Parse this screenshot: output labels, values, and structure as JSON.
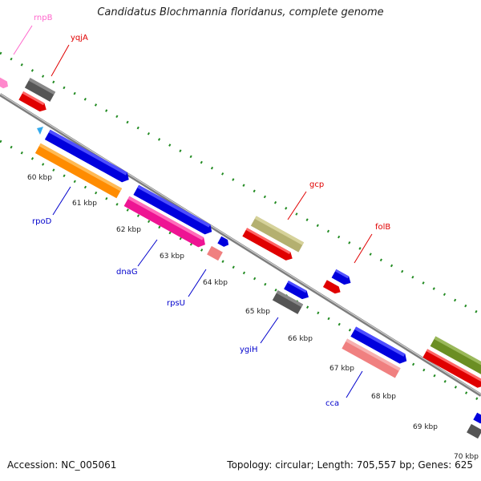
{
  "title": "Candidatus Blochmannia floridanus, complete genome",
  "footer": {
    "accession": "Accession: NC_005061",
    "summary": "Topology: circular; Length: 705,557 bp; Genes: 625"
  },
  "colors": {
    "backbone": "#999999",
    "tick": "#228b22",
    "label_forward": "#e00000",
    "label_reverse": "#0000cc",
    "label_rna": "#ff66cc"
  },
  "ruler": [
    "60 kbp",
    "61 kbp",
    "62 kbp",
    "63 kbp",
    "64 kbp",
    "65 kbp",
    "66 kbp",
    "67 kbp",
    "68 kbp",
    "69 kbp",
    "70 kbp"
  ],
  "genes": [
    {
      "label": "rnpB",
      "color": "#ff66cc"
    },
    {
      "label": "yqjA",
      "color": "#e00000"
    },
    {
      "label": "rpoD",
      "color": "#0000cc"
    },
    {
      "label": "dnaG",
      "color": "#0000cc"
    },
    {
      "label": "rpsU",
      "color": "#0000cc"
    },
    {
      "label": "gcp",
      "color": "#e00000"
    },
    {
      "label": "folB",
      "color": "#e00000"
    },
    {
      "label": "ygiH",
      "color": "#0000cc"
    },
    {
      "label": "cca",
      "color": "#0000cc"
    }
  ]
}
